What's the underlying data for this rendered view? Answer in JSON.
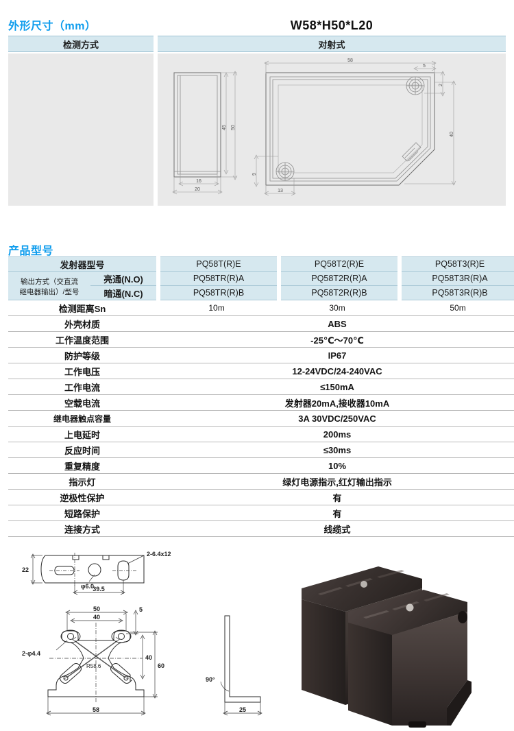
{
  "dimensions_section": {
    "heading": "外形尺寸（mm）",
    "model_title": "W58*H50*L20",
    "header_left": "检测方式",
    "header_right": "对射式",
    "drawing_labels": {
      "side_view": [
        "16",
        "20",
        "45",
        "50"
      ],
      "front_view": [
        "58",
        "5",
        "2",
        "13",
        "40"
      ]
    }
  },
  "product_model_section": {
    "heading": "产品型号",
    "model_table": {
      "row_emitter_label": "发射器型号",
      "output_label": "输出方式（交直流\n继电器输出）/型号",
      "sub_labels": [
        "亮通(N.O)",
        "暗通(N.C)"
      ],
      "columns": [
        {
          "emitter": "PQ58T(R)E",
          "no": "PQ58TR(R)A",
          "nc": "PQ58TR(R)B"
        },
        {
          "emitter": "PQ58T2(R)E",
          "no": "PQ58T2R(R)A",
          "nc": "PQ58T2R(R)B"
        },
        {
          "emitter": "PQ58T3(R)E",
          "no": "PQ58T3R(R)A",
          "nc": "PQ58T3R(R)B"
        }
      ]
    },
    "detection_distance": {
      "label": "检测距离Sn",
      "values": [
        "10m",
        "30m",
        "50m"
      ]
    },
    "specs": [
      {
        "label": "外壳材质",
        "value": "ABS"
      },
      {
        "label": "工作温度范围",
        "value": "-25℃～70℃"
      },
      {
        "label": "防护等级",
        "value": "IP67"
      },
      {
        "label": "工作电压",
        "value": "12-24VDC/24-240VAC"
      },
      {
        "label": "工作电流",
        "value": "≤150mA"
      },
      {
        "label": "空载电流",
        "value": "发射器20mA,接收器10mA"
      },
      {
        "label": "继电器触点容量",
        "value": "3A  30VDC/250VAC"
      },
      {
        "label": "上电延时",
        "value": "200ms"
      },
      {
        "label": "反应时间",
        "value": "≤30ms"
      },
      {
        "label": "重复精度",
        "value": "10%"
      },
      {
        "label": "指示灯",
        "value": "绿灯电源指示,红灯输出指示"
      },
      {
        "label": "逆极性保护",
        "value": "有"
      },
      {
        "label": "短路保护",
        "value": "有"
      },
      {
        "label": "连接方式",
        "value": "线缆式"
      }
    ]
  },
  "bracket_drawing": {
    "top_view_labels": [
      "2-6.4x12",
      "22",
      "φ6.0",
      "39.5"
    ],
    "front_view_labels": [
      "50",
      "40",
      "5",
      "2-φ4.4",
      "R58.6",
      "40",
      "60",
      "58"
    ],
    "side_view_labels": [
      "90°",
      "25"
    ]
  },
  "colors": {
    "heading_blue": "#0d9ced",
    "table_blue_bg": "#d6e8ef",
    "drawing_gray_bg": "#e9e9e9",
    "product_body": "#3c3230"
  }
}
